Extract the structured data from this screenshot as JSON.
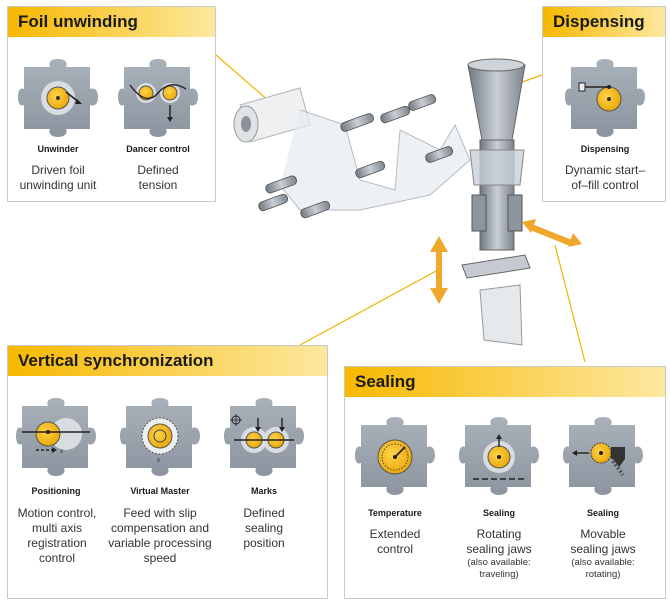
{
  "panels": {
    "foil": {
      "title": "Foil unwinding",
      "tiles": [
        {
          "label": "Unwinder",
          "desc1": "Driven foil",
          "desc2": "unwinding unit"
        },
        {
          "label": "Dancer control",
          "desc1": "Defined",
          "desc2": "tension"
        }
      ]
    },
    "dispensing": {
      "title": "Dispensing",
      "tiles": [
        {
          "label": "Dispensing",
          "desc1": "Dynamic start–",
          "desc2": "of–fill control"
        }
      ]
    },
    "vertical": {
      "title": "Vertical synchronization",
      "tiles": [
        {
          "label": "Positioning",
          "desc1": "Motion control,",
          "desc2": "multi axis",
          "desc3": "registration",
          "desc4": "control"
        },
        {
          "label": "Virtual Master",
          "desc1": "Feed with slip",
          "desc2": "compensation and",
          "desc3": "variable processing",
          "desc4": "speed"
        },
        {
          "label": "Marks",
          "desc1": "Defined",
          "desc2": "sealing",
          "desc3": "position"
        }
      ]
    },
    "sealing": {
      "title": "Sealing",
      "tiles": [
        {
          "label": "Temperature",
          "desc1": "Extended",
          "desc2": "control"
        },
        {
          "label": "Sealing",
          "desc1": "Rotating",
          "desc2": "sealing jaws",
          "note1": "(also available:",
          "note2": "traveling)"
        },
        {
          "label": "Sealing",
          "desc1": "Movable",
          "desc2": "sealing jaws",
          "note1": "(also available:",
          "note2": "rotating)"
        }
      ]
    }
  },
  "icons": [
    "unwinder-icon",
    "dancer-control-icon",
    "dispensing-icon",
    "positioning-icon",
    "virtual-master-icon",
    "marks-icon",
    "temperature-icon",
    "rotating-sealing-icon",
    "movable-sealing-icon"
  ],
  "colors": {
    "accent": "#f6b800",
    "tile": "#9aa3ad",
    "roller": "#f3b61f",
    "arrow": "#f0a82c"
  }
}
